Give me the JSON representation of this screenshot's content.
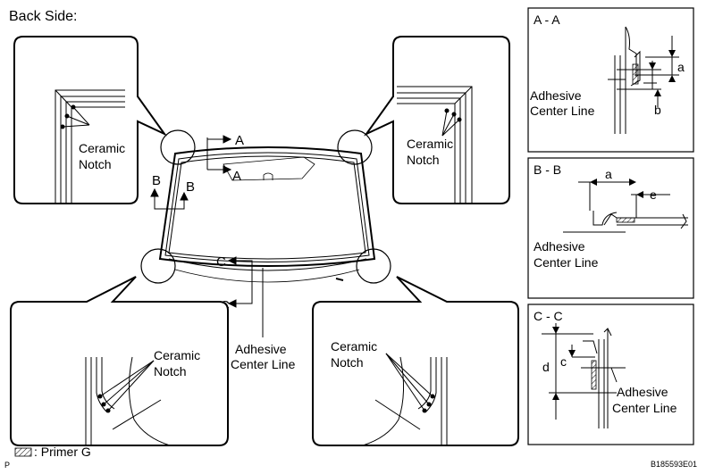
{
  "header": {
    "title": "Back Side:"
  },
  "callouts": {
    "ceramic_line1": "Ceramic",
    "ceramic_line2": "Notch",
    "adhesive_line1": "Adhesive",
    "adhesive_line2": "Center Line"
  },
  "windshield": {
    "marker_a": "A",
    "marker_b": "B",
    "marker_c": "C"
  },
  "sections": {
    "aa": {
      "title": "A - A",
      "dim_a": "a",
      "dim_b": "b"
    },
    "bb": {
      "title": "B - B",
      "dim_a": "a",
      "dim_e": "e"
    },
    "cc": {
      "title": "C - C",
      "dim_c": "c",
      "dim_d": "d"
    }
  },
  "legend": {
    "label": ": Primer G"
  },
  "footer": {
    "corner_mark": "P",
    "figure_id": "B185593E01"
  }
}
